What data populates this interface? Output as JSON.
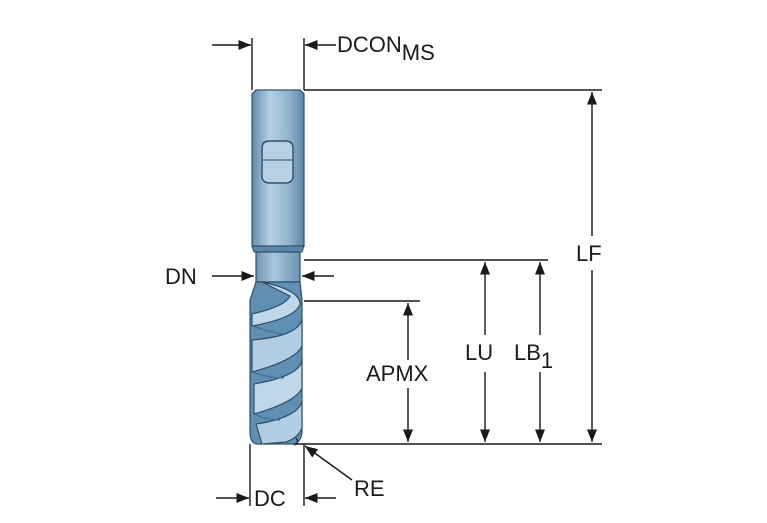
{
  "labels": {
    "dcon": "DCON",
    "dcon_sub": "MS",
    "lf": "LF",
    "dn": "DN",
    "lu": "LU",
    "lb": "LB",
    "lb_sub": "1",
    "apmx": "APMX",
    "dc": "DC",
    "re": "RE"
  },
  "colors": {
    "line": "#1a1a1a",
    "tool_light": "#a9c6dc",
    "tool_mid": "#7ea7c4",
    "tool_dark": "#3f6f94",
    "tool_edge": "#2c4f6b"
  }
}
